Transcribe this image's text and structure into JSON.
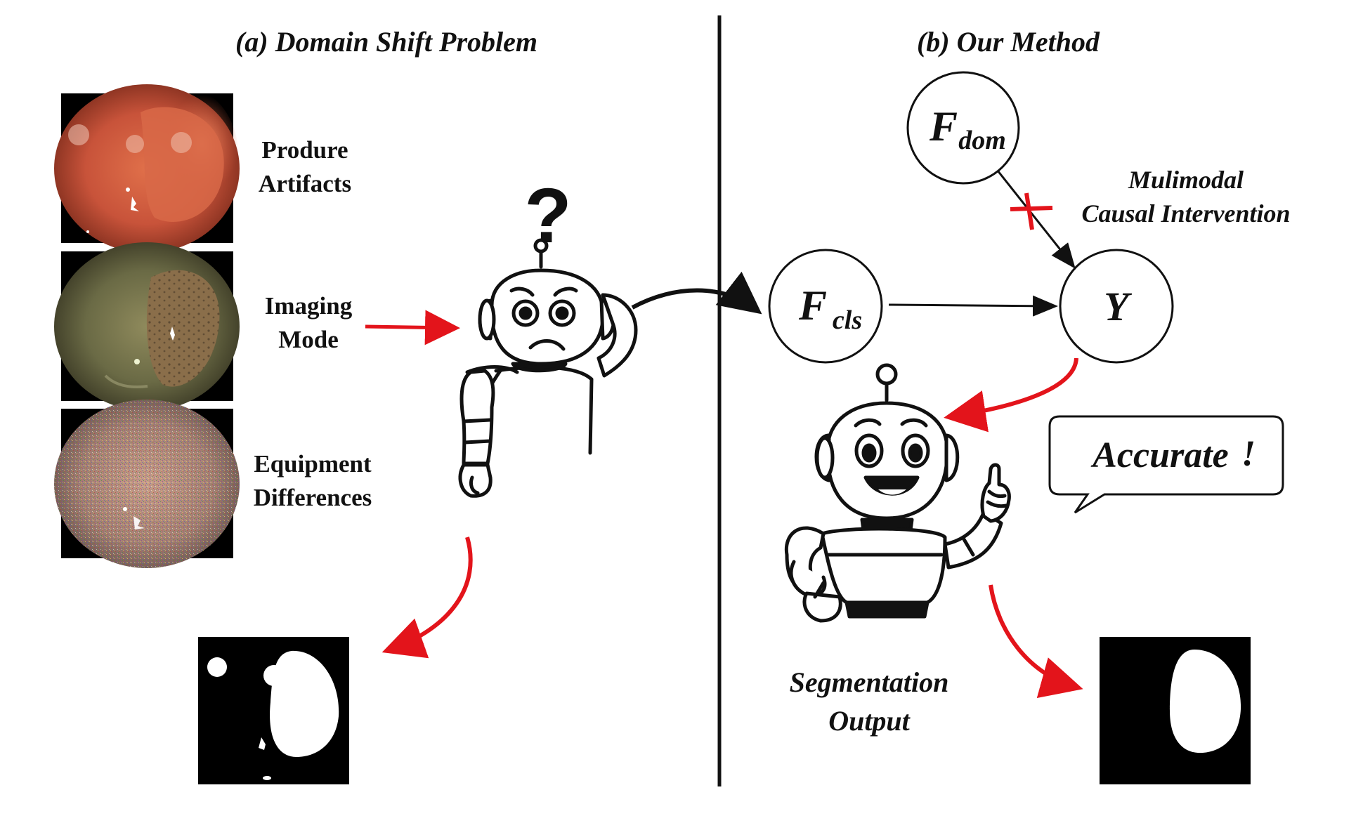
{
  "panel_a": {
    "title": "(a) Domain Shift Problem",
    "shift_sources": [
      {
        "line1": "Produre",
        "line2": "Artifacts"
      },
      {
        "line1": "Imaging",
        "line2": "Mode"
      },
      {
        "line1": "Equipment",
        "line2": "Differences"
      }
    ],
    "confused_symbol": "?"
  },
  "panel_b": {
    "title": "(b) Our Method",
    "nodes": {
      "dom": {
        "main": "F",
        "sub": "dom"
      },
      "cls": {
        "main": "F",
        "sub": "cls"
      },
      "y": {
        "main": "Y"
      }
    },
    "intervention_line1": "Mulimodal",
    "intervention_line2": "Causal Intervention",
    "speech": "Accurate",
    "speech_mark": "!",
    "output_line1": "Segmentation",
    "output_line2": "Output"
  },
  "colors": {
    "accent_red": "#e3141b",
    "ink": "#111111",
    "robot_fill": "#ffffff"
  }
}
